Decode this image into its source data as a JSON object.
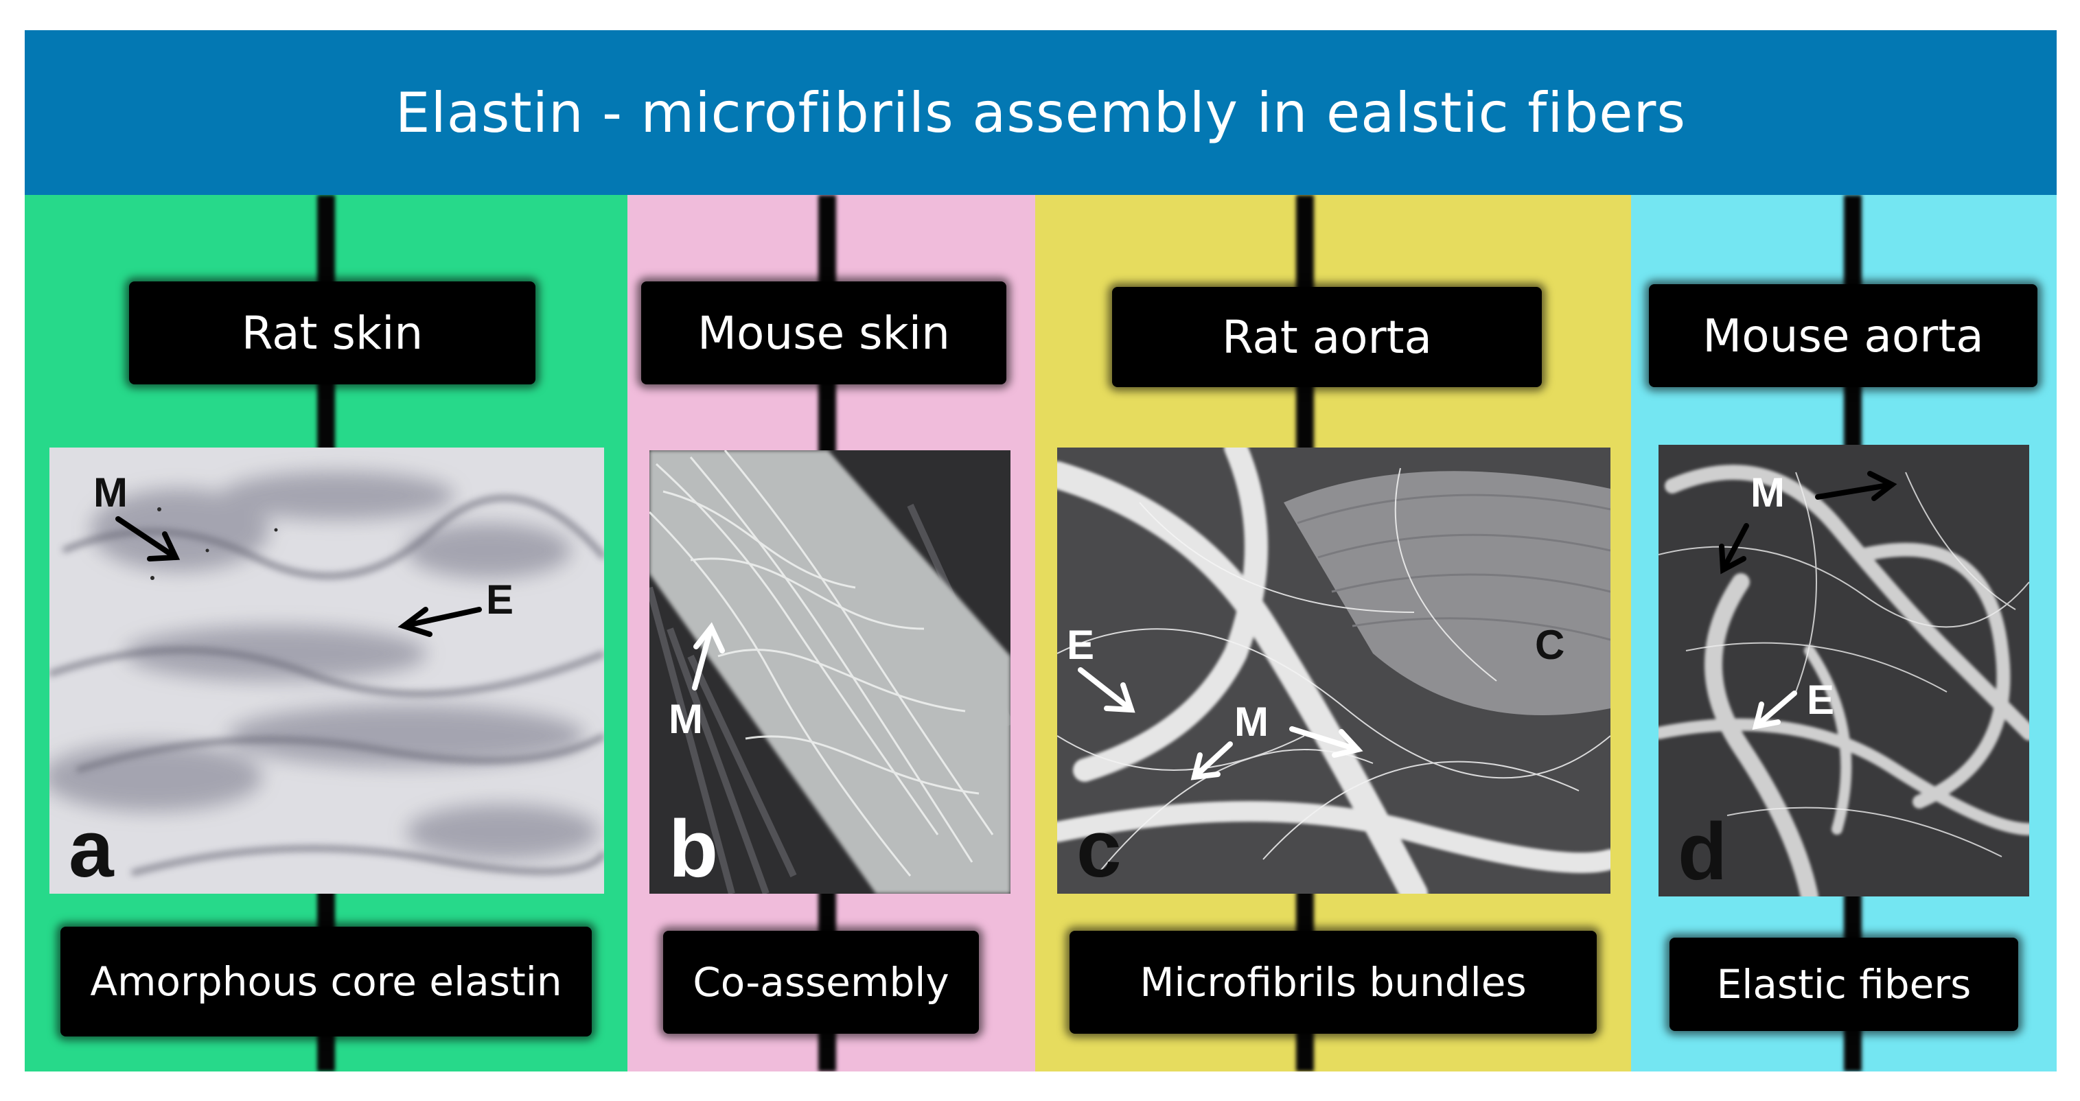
{
  "title": "Elastin - microfibrils assembly in ealstic fibers",
  "colors": {
    "banner": "#0378b3",
    "panel_a": "#27d98a",
    "panel_b": "#f0bcdb",
    "panel_c": "#e6dc5e",
    "panel_d": "#74e6f2"
  },
  "panels": [
    {
      "letter": "a",
      "tissue": "Rat skin",
      "caption": "Amorphous core elastin",
      "markers": [
        "M",
        "E"
      ]
    },
    {
      "letter": "b",
      "tissue": "Mouse skin",
      "caption": "Co-assembly",
      "markers": [
        "M"
      ]
    },
    {
      "letter": "c",
      "tissue": "Rat aorta",
      "caption": "Microfibrils bundles",
      "markers": [
        "E",
        "M",
        "C"
      ]
    },
    {
      "letter": "d",
      "tissue": "Mouse aorta",
      "caption": "Elastic fibers",
      "markers": [
        "M",
        "E"
      ]
    }
  ]
}
